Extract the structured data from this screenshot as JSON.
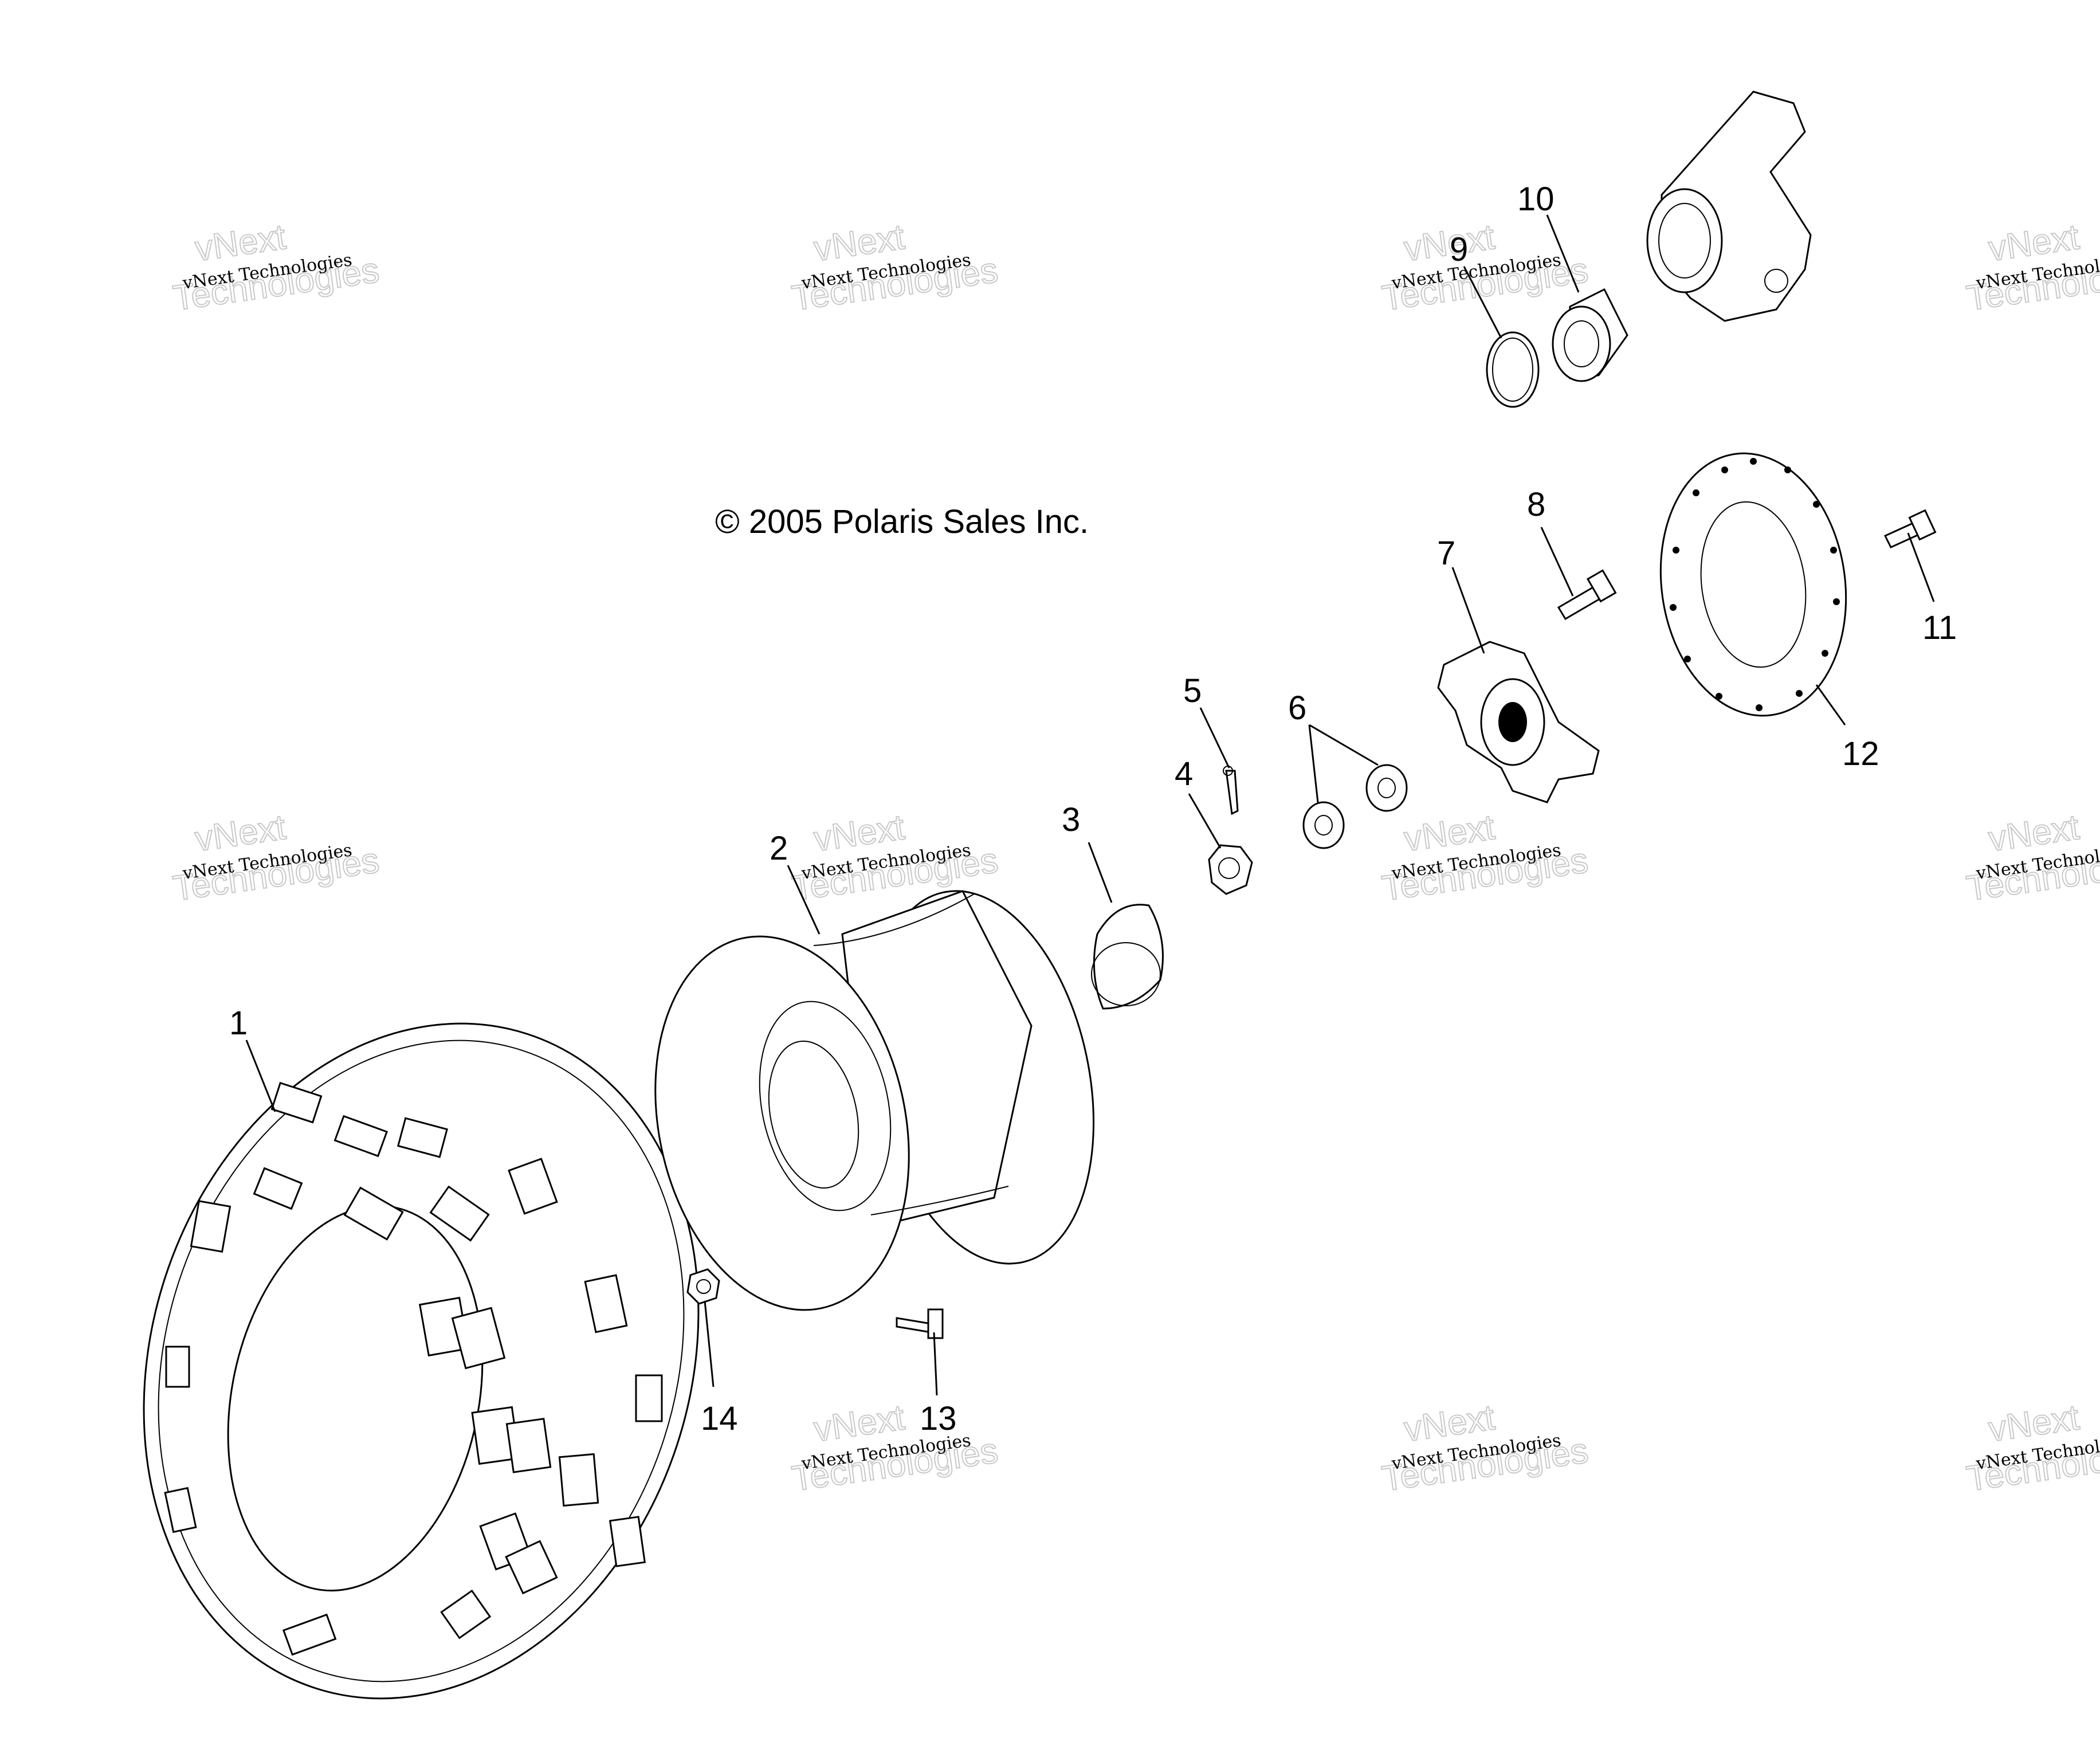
{
  "copyright": "© 2005 Polaris Sales Inc.",
  "watermark": {
    "line1": "vNext Technologies",
    "line2": "vNext",
    "line3": "Technologies"
  },
  "callouts": [
    {
      "id": "1",
      "part": "tire"
    },
    {
      "id": "2",
      "part": "wheel-rim"
    },
    {
      "id": "3",
      "part": "hub-cap"
    },
    {
      "id": "4",
      "part": "castle-nut"
    },
    {
      "id": "5",
      "part": "cotter-pin"
    },
    {
      "id": "6",
      "part": "washers"
    },
    {
      "id": "7",
      "part": "wheel-hub"
    },
    {
      "id": "8",
      "part": "hub-bolt"
    },
    {
      "id": "9",
      "part": "snap-ring"
    },
    {
      "id": "10",
      "part": "bearing"
    },
    {
      "id": "11",
      "part": "disc-bolt"
    },
    {
      "id": "12",
      "part": "brake-disc"
    },
    {
      "id": "13",
      "part": "valve-stem"
    },
    {
      "id": "14",
      "part": "lug-nut"
    }
  ]
}
